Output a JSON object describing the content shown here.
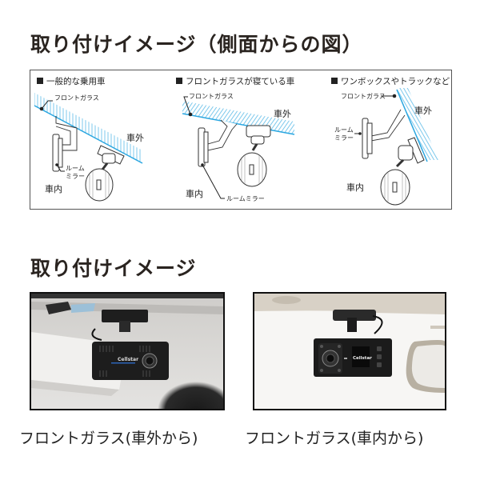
{
  "headings": {
    "side_view": "取り付けイメージ（側面からの図）",
    "install": "取り付けイメージ"
  },
  "diagram": {
    "panels": [
      {
        "title": "一般的な乗用車",
        "labels": {
          "windshield": "フロントガラス",
          "outside": "車外",
          "inside": "車内",
          "mirror_line1": "ルーム",
          "mirror_line2": "ミラー"
        }
      },
      {
        "title": "フロントガラスが寝ている車",
        "labels": {
          "windshield": "フロントガラス",
          "outside": "車外",
          "inside": "車内",
          "mirror": "ルームミラー"
        }
      },
      {
        "title": "ワンボックスやトラックなど",
        "labels": {
          "windshield": "フロントガラス",
          "outside": "車外",
          "inside": "車内",
          "mirror_line1": "ルーム",
          "mirror_line2": "ミラー"
        }
      }
    ],
    "colors": {
      "glass_line": "#2aa6e0",
      "border": "#555555"
    }
  },
  "photos": [
    {
      "caption": "フロントガラス(車外から)",
      "brand": "Cellstar"
    },
    {
      "caption": "フロントガラス(車内から)",
      "brand": "Cellstar"
    }
  ]
}
